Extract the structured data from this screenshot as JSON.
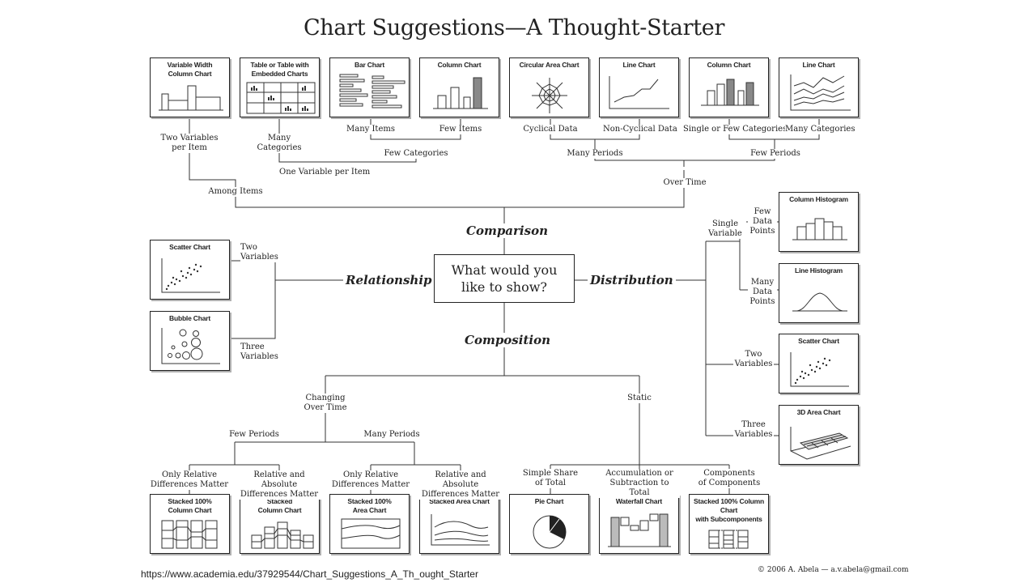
{
  "title": "Chart Suggestions—A Thought-Starter",
  "center": "What would you\nlike to show?",
  "categories": {
    "comparison": "Comparison",
    "relationship": "Relationship",
    "distribution": "Distribution",
    "composition": "Composition"
  },
  "charts": {
    "variable_width": "Variable Width\nColumn Chart",
    "table_embedded": "Table or Table with\nEmbedded Charts",
    "bar_chart": "Bar Chart",
    "column_chart_few": "Column Chart",
    "circular_area": "Circular Area Chart",
    "line_chart_noncyclical": "Line Chart",
    "column_chart_time": "Column Chart",
    "line_chart_many": "Line Chart",
    "scatter_rel": "Scatter Chart",
    "bubble": "Bubble Chart",
    "column_histogram": "Column Histogram",
    "line_histogram": "Line Histogram",
    "scatter_dist": "Scatter Chart",
    "area_3d": "3D Area Chart",
    "stacked_100_column": "Stacked 100%\nColumn Chart",
    "stacked_column": "Stacked\nColumn Chart",
    "stacked_100_area": "Stacked 100%\nArea Chart",
    "stacked_area": "Stacked Area Chart",
    "pie": "Pie Chart",
    "waterfall": "Waterfall Chart",
    "stacked_100_sub": "Stacked 100% Column Chart\nwith Subcomponents"
  },
  "labels": {
    "two_variables_per_item": "Two Variables\nper Item",
    "many_categories_table": "Many\nCategories",
    "many_items": "Many Items",
    "few_items": "Few Items",
    "few_categories": "Few Categories",
    "one_variable_per_item": "One Variable per Item",
    "among_items": "Among Items",
    "cyclical_data": "Cyclical Data",
    "non_cyclical_data": "Non-Cyclical Data",
    "single_or_few_categories": "Single or Few Categories",
    "many_categories_line": "Many Categories",
    "many_periods_top": "Many Periods",
    "few_periods_top": "Few Periods",
    "over_time": "Over Time",
    "two_variables_rel": "Two\nVariables",
    "three_variables_rel": "Three\nVariables",
    "single_variable": "Single\nVariable",
    "few_data_points": "Few\nData\nPoints",
    "many_data_points": "Many\nData\nPoints",
    "two_variables_dist": "Two\nVariables",
    "three_variables_dist": "Three\nVariables",
    "changing_over_time": "Changing\nOver Time",
    "static": "Static",
    "few_periods_comp": "Few Periods",
    "many_periods_comp": "Many Periods",
    "only_relative_1": "Only Relative\nDifferences Matter",
    "relative_absolute_1": "Relative and Absolute\nDifferences Matter",
    "only_relative_2": "Only Relative\nDifferences Matter",
    "relative_absolute_2": "Relative and Absolute\nDifferences Matter",
    "simple_share": "Simple Share\nof Total",
    "accumulation": "Accumulation or\nSubtraction to Total",
    "components": "Components\nof Components"
  },
  "footer": {
    "url": "https://www.academia.edu/37929544/Chart_Suggestions_A_Th_ought_Starter",
    "copyright": "© 2006  A. Abela — a.v.abela@gmail.com"
  }
}
